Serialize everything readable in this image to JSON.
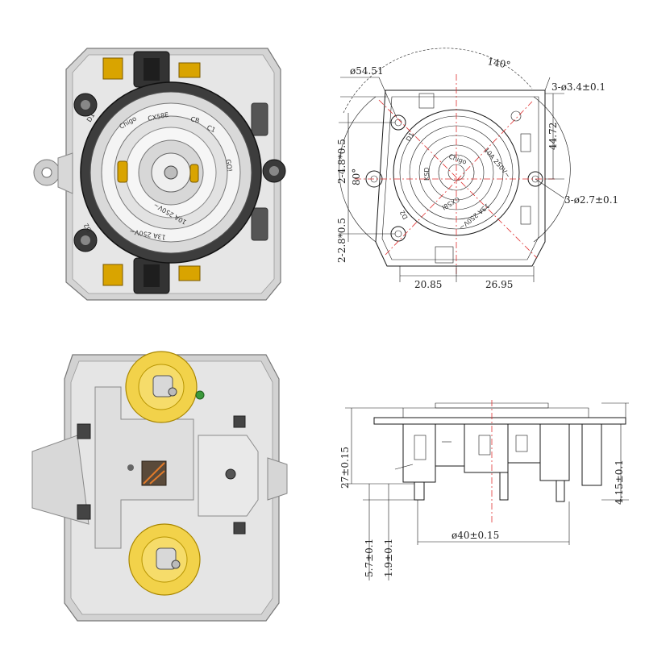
{
  "views": {
    "top_render": {
      "labels": [
        "CX58E",
        "CB",
        "C1",
        "10A 250V~",
        "13A 250V~",
        "D1",
        "D2",
        "GO!",
        "Chigo"
      ]
    },
    "top_drawing": {
      "dims": {
        "diameter": "ø54.51",
        "angle_top": "140°",
        "holes_a": "3-ø3.4±0.1",
        "holes_b": "3-ø2.7±0.1",
        "height": "44.72",
        "left_a": "2-4.8*0.5",
        "left_b": "2-2.8*0.5",
        "angle_left": "80°",
        "width_left": "20.85",
        "width_right": "26.95"
      },
      "labels": [
        "CX58I",
        "KSD",
        "10A 250V~",
        "13A 250V~",
        "D1",
        "D2",
        "Chigo"
      ]
    },
    "side_drawing": {
      "dims": {
        "height_total": "27±0.15",
        "height_right": "4.15±0.1",
        "pin_a": "5.7±0.1",
        "pin_b": "1.9±0.1",
        "diameter_base": "ø40±0.15"
      }
    }
  },
  "colors": {
    "brass": "#d9a400",
    "gold_disc": "#f2d24a",
    "body_dark": "#3a3a3a",
    "housing_light": "#d6d6d6",
    "centerline": "#e03030"
  }
}
